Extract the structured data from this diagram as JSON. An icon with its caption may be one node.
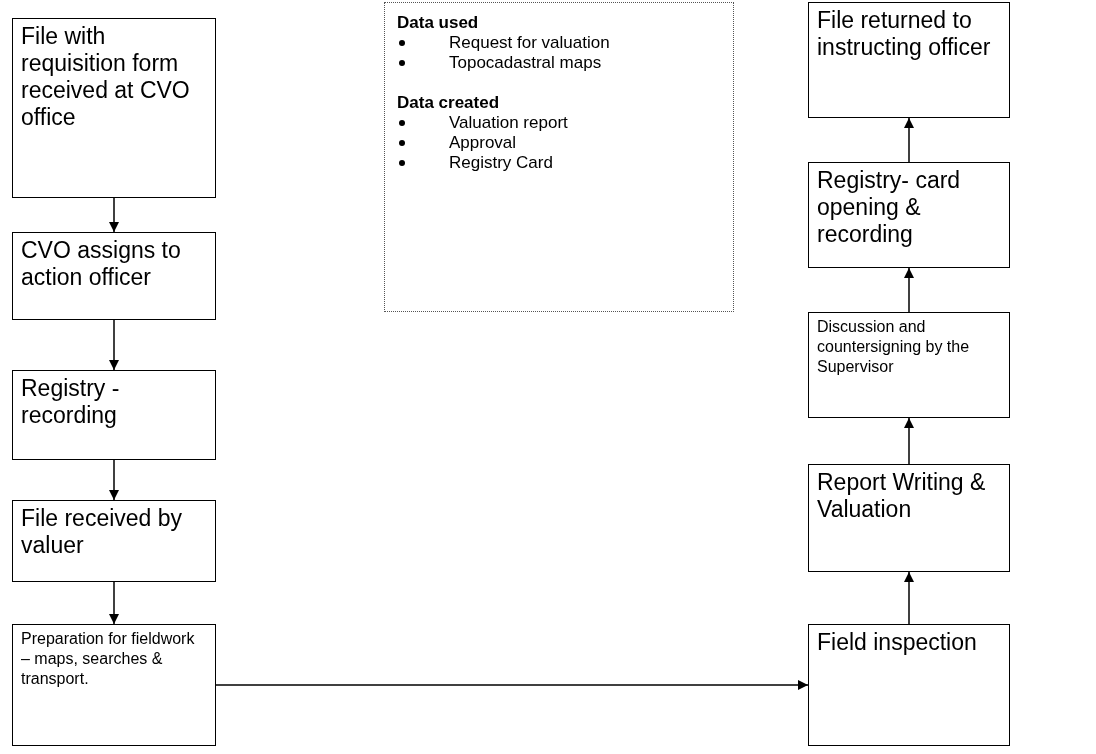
{
  "diagram": {
    "nodes": [
      {
        "text": [
          "File with requisition form received at CVO office"
        ]
      },
      {
        "text": [
          "CVO assigns to action officer"
        ]
      },
      {
        "text": [
          "Registry - recording"
        ]
      },
      {
        "text": [
          "File received by valuer"
        ]
      },
      {
        "text": [
          "Preparation for fieldwork – maps, searches & transport."
        ]
      },
      {
        "text": [
          "Data used",
          "Request for valuation",
          "Topocadastral maps",
          "Data created",
          "Valuation report",
          "Approval",
          "Registry Card"
        ]
      },
      {
        "text": [
          "File returned to instructing officer"
        ]
      },
      {
        "text": [
          "Registry- card opening & recording"
        ]
      },
      {
        "text": [
          "Discussion and countersigning by the Supervisor"
        ]
      },
      {
        "text": [
          "Report Writing & Valuation"
        ]
      },
      {
        "text": [
          "Field inspection"
        ]
      }
    ],
    "edges": [
      {
        "from": 0,
        "to": 1,
        "arrow": "to"
      },
      {
        "from": 1,
        "to": 2,
        "arrow": "to"
      },
      {
        "from": 2,
        "to": 3,
        "arrow": "to"
      },
      {
        "from": 3,
        "to": 4,
        "arrow": "to"
      },
      {
        "from": 4,
        "to": 10,
        "arrow": "to"
      },
      {
        "from": 10,
        "to": 9,
        "arrow": "to"
      },
      {
        "from": 9,
        "to": 8,
        "arrow": "to"
      },
      {
        "from": 8,
        "to": 7,
        "arrow": "to"
      },
      {
        "from": 7,
        "to": 6,
        "arrow": "to"
      }
    ]
  }
}
